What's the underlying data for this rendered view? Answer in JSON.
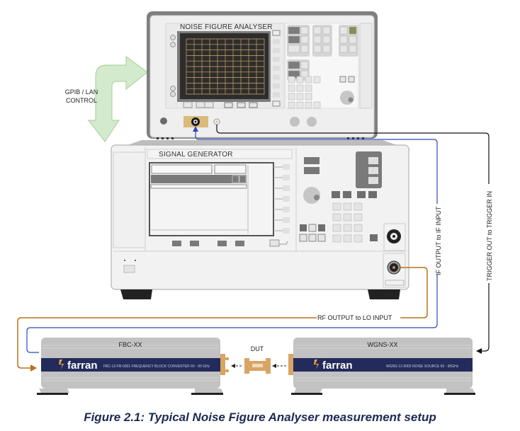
{
  "diagram": {
    "noise_figure_analyser": {
      "title": "NOISE FIGURE ANALYSER"
    },
    "signal_generator": {
      "title": "SIGNAL GENERATOR"
    },
    "control_link": {
      "line1": "GPIB / LAN",
      "line2": "CONTROL"
    },
    "connections": {
      "if_output": {
        "label": "IF OUTPUT to IF INPUT",
        "color": "#2e47b8"
      },
      "trigger": {
        "label": "TRIGGER OUT to TRIGGER IN",
        "color": "#111111"
      },
      "rf_output": {
        "label": "RF OUTPUT to LO INPUT",
        "color": "#b8731a"
      }
    },
    "converter": {
      "name": "FBC-XX",
      "brand": "farran",
      "model_text": "FBC-12-FB-0001 FREQUENCY BLOCK CONVERTER 60 - 90 GHz"
    },
    "noise_source": {
      "name": "WGNS-XX",
      "brand": "farran",
      "model_text": "WGNS-12-0003 NOISE SOURCE 60 - 90GHz"
    },
    "dut": {
      "label": "DUT"
    },
    "colors": {
      "brand_band": "#232b5c",
      "brand_logo": "#e8a33a",
      "copper": "#d9a464",
      "arrow_green": "#d3ebcc",
      "screen_grid": "#c8a96a",
      "screen_bg": "#2f2d2c"
    }
  },
  "caption": "Figure 2.1: Typical Noise Figure Analyser measurement setup"
}
